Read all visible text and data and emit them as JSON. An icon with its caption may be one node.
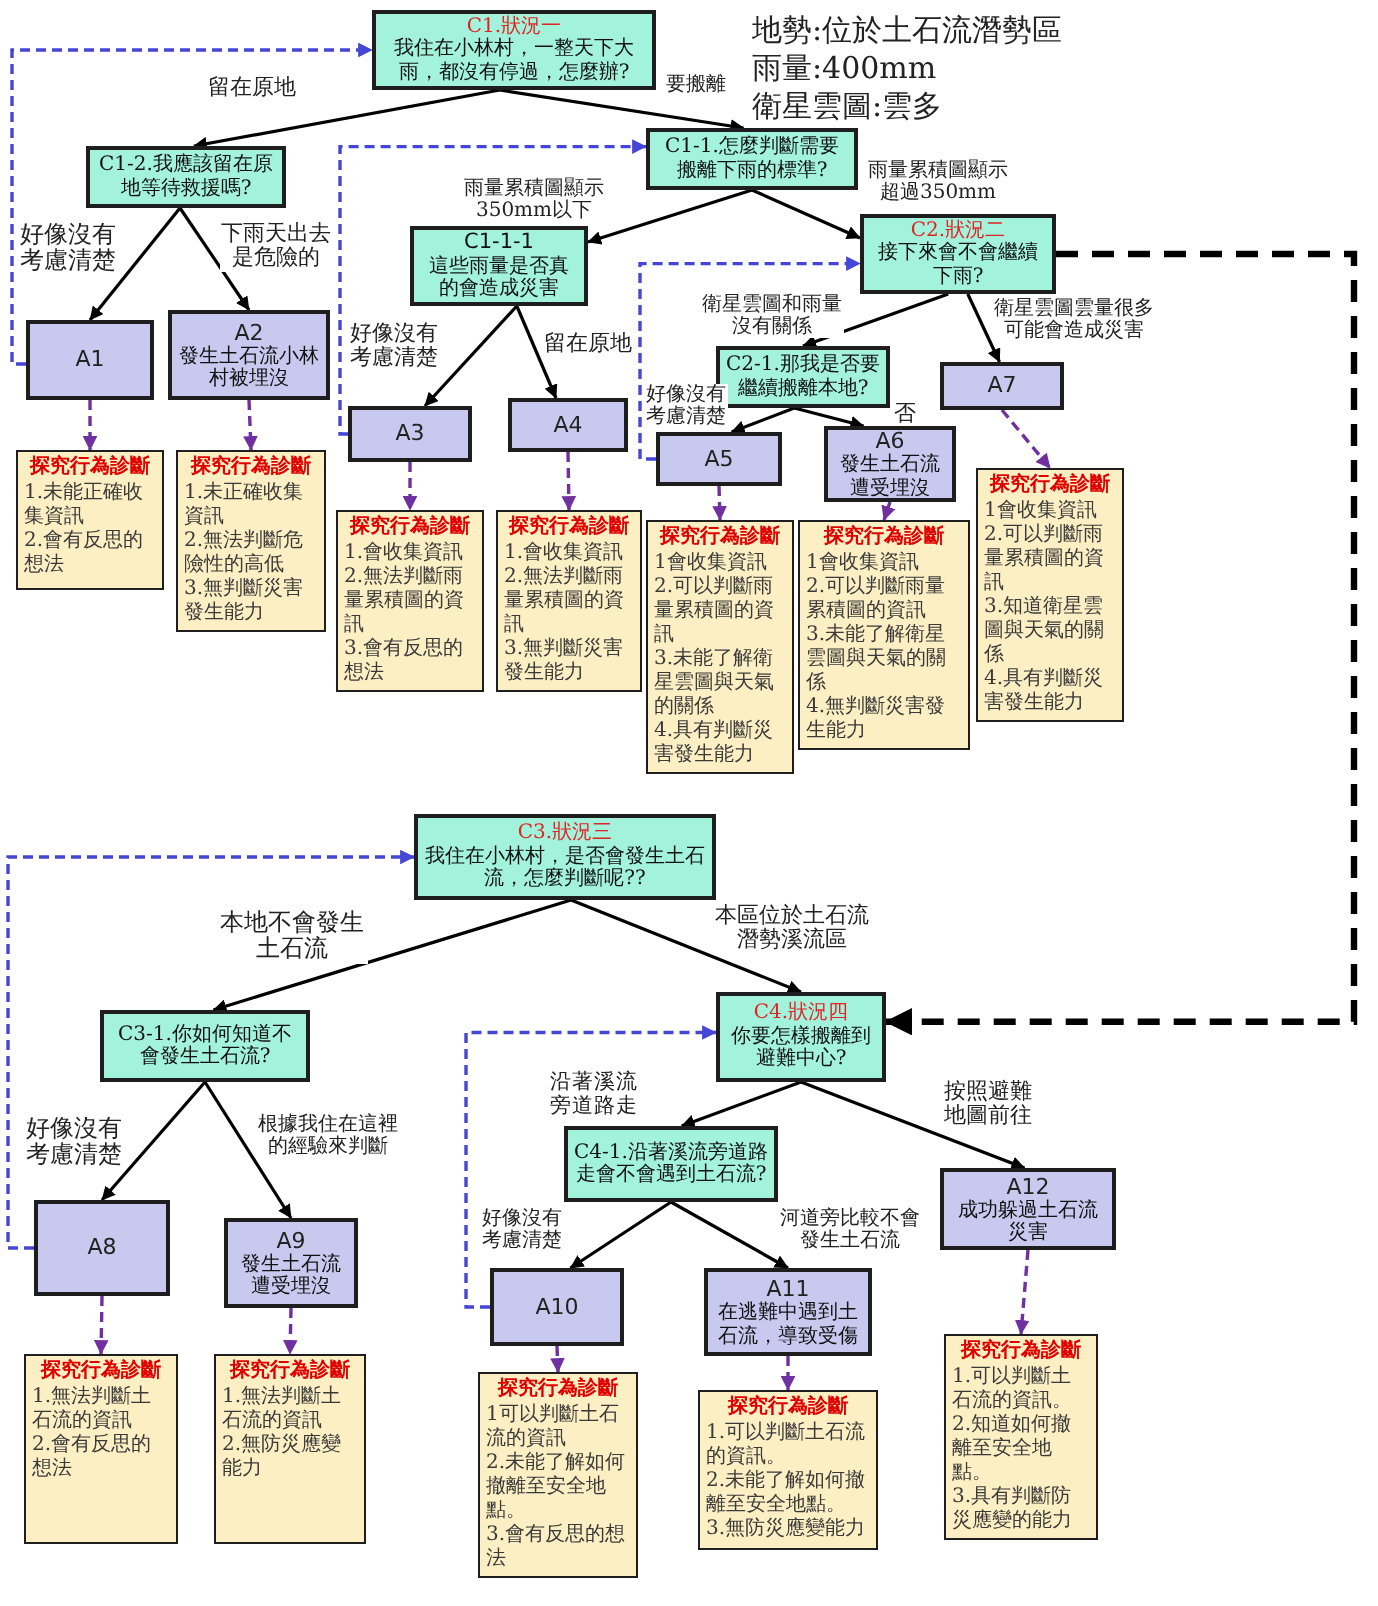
{
  "diagram": {
    "nodes": [
      {
        "text": [
          "C1.狀況一",
          "我住在小林村，一整天下大雨，都沒有停過，怎麼辦?"
        ]
      },
      {
        "text": [
          "C1-2.我應該留在原地等待救援嗎?"
        ]
      },
      {
        "text": [
          "C1-1.怎麼判斷需要搬離下雨的標準?"
        ]
      },
      {
        "text": [
          "C1-1-1",
          "這些雨量是否真的會造成災害"
        ]
      },
      {
        "text": [
          "C2.狀況二",
          "接下來會不會繼續下雨?"
        ]
      },
      {
        "text": [
          "A1"
        ]
      },
      {
        "text": [
          "A2",
          "發生土石流小林村被埋沒"
        ]
      },
      {
        "text": [
          "C2-1.那我是否要繼續搬離本地?"
        ]
      },
      {
        "text": [
          "A7"
        ]
      },
      {
        "text": [
          "A3"
        ]
      },
      {
        "text": [
          "A4"
        ]
      },
      {
        "text": [
          "A5"
        ]
      },
      {
        "text": [
          "A6",
          "發生土石流遭受埋沒"
        ]
      },
      {
        "text": [
          "探究行為診斷",
          "1.未能正確收集資訊",
          "2.會有反思的想法"
        ]
      },
      {
        "text": [
          "探究行為診斷",
          "1.未正確收集資訊",
          "2.無法判斷危險性的高低",
          "3.無判斷災害發生能力"
        ]
      },
      {
        "text": [
          "探究行為診斷",
          "1.會收集資訊",
          "2.無法判斷雨量累積圖的資訊",
          "3.會有反思的想法"
        ]
      },
      {
        "text": [
          "探究行為診斷",
          "1.會收集資訊",
          "2.無法判斷雨量累積圖的資訊",
          "3.無判斷災害發生能力"
        ]
      },
      {
        "text": [
          "探究行為診斷",
          "1會收集資訊",
          "2.可以判斷雨量累積圖的資訊",
          "3.未能了解衛星雲圖與天氣的關係",
          "4.具有判斷災害發生能力"
        ]
      },
      {
        "text": [
          "探究行為診斷",
          "1會收集資訊",
          "2.可以判斷雨量累積圖的資訊",
          "3.未能了解衛星雲圖與天氣的關係",
          "4.無判斷災害發生能力"
        ]
      },
      {
        "text": [
          "探究行為診斷",
          "1會收集資訊",
          "2.可以判斷雨量累積圖的資訊",
          "3.知道衛星雲圖與天氣的關係",
          "4.具有判斷災害發生能力"
        ]
      },
      {
        "text": [
          "C3.狀況三",
          "我住在小林村，是否會發生土石流，怎麼判斷呢??"
        ]
      },
      {
        "text": [
          "C3-1.你如何知道不會發生土石流?"
        ]
      },
      {
        "text": [
          "C4.狀況四",
          "你要怎樣搬離到避難中心?"
        ]
      },
      {
        "text": [
          "C4-1.沿著溪流旁道路走會不會遇到土石流?"
        ]
      },
      {
        "text": [
          "A8"
        ]
      },
      {
        "text": [
          "A9",
          "發生土石流遭受埋沒"
        ]
      },
      {
        "text": [
          "A10"
        ]
      },
      {
        "text": [
          "A11",
          "在逃難中遇到土石流，導致受傷"
        ]
      },
      {
        "text": [
          "A12",
          "成功躲過土石流災害"
        ]
      },
      {
        "text": [
          "探究行為診斷",
          "1.無法判斷土石流的資訊",
          "2.會有反思的想法"
        ]
      },
      {
        "text": [
          "探究行為診斷",
          "1.無法判斷土石流的資訊",
          "2.無防災應變能力"
        ]
      },
      {
        "text": [
          "探究行為診斷",
          "1可以判斷土石流的資訊",
          "2.未能了解如何撤離至安全地點。",
          "3.會有反思的想法"
        ]
      },
      {
        "text": [
          "探究行為診斷",
          "1.可以判斷土石流的資訊。",
          "2.未能了解如何撤離至安全地點。",
          "3.無防災應變能力"
        ]
      },
      {
        "text": [
          "探究行為診斷",
          "1.可以判斷土石流的資訊。",
          "2.知道如何撤離至安全地點。",
          "3.具有判斷防災應變的能力"
        ]
      }
    ],
    "edges": [
      {
        "from": 0,
        "to": 1,
        "arrow": "to",
        "label": "留在原地"
      },
      {
        "from": 0,
        "to": 2,
        "arrow": "to",
        "label": "要搬離"
      },
      {
        "from": 1,
        "to": 5,
        "arrow": "to",
        "label": "好像沒有考慮清楚"
      },
      {
        "from": 1,
        "to": 6,
        "arrow": "to",
        "label": "下雨天出去是危險的"
      },
      {
        "from": 2,
        "to": 3,
        "arrow": "to",
        "label": "雨量累積圖顯示350mm以下"
      },
      {
        "from": 2,
        "to": 4,
        "arrow": "to",
        "label": "雨量累積圖顯示超過350mm"
      },
      {
        "from": 3,
        "to": 9,
        "arrow": "to",
        "label": "好像沒有考慮清楚"
      },
      {
        "from": 3,
        "to": 10,
        "arrow": "to",
        "label": "留在原地"
      },
      {
        "from": 4,
        "to": 7,
        "arrow": "to",
        "label": "衛星雲圖和雨量沒有關係"
      },
      {
        "from": 4,
        "to": 8,
        "arrow": "to",
        "label": "衛星雲圖雲量很多可能會造成災害"
      },
      {
        "from": 7,
        "to": 11,
        "arrow": "to",
        "label": "好像沒有考慮清楚"
      },
      {
        "from": 7,
        "to": 12,
        "arrow": "to",
        "label": "否"
      },
      {
        "from": 5,
        "to": 13,
        "arrow": "to",
        "style": "dashed",
        "color": "#7030a0"
      },
      {
        "from": 6,
        "to": 14,
        "arrow": "to",
        "style": "dashed",
        "color": "#7030a0"
      },
      {
        "from": 9,
        "to": 15,
        "arrow": "to",
        "style": "dashed",
        "color": "#7030a0"
      },
      {
        "from": 10,
        "to": 16,
        "arrow": "to",
        "style": "dashed",
        "color": "#7030a0"
      },
      {
        "from": 11,
        "to": 17,
        "arrow": "to",
        "style": "dashed",
        "color": "#7030a0"
      },
      {
        "from": 12,
        "to": 18,
        "arrow": "to",
        "style": "dashed",
        "color": "#7030a0"
      },
      {
        "from": 8,
        "to": 19,
        "arrow": "to",
        "style": "dashed",
        "color": "#7030a0"
      },
      {
        "from": 5,
        "to": 0,
        "arrow": "to",
        "style": "dashed",
        "color": "#4545d6"
      },
      {
        "from": 9,
        "to": 2,
        "arrow": "to",
        "style": "dashed",
        "color": "#4545d6"
      },
      {
        "from": 11,
        "to": 4,
        "arrow": "to",
        "style": "dashed",
        "color": "#4545d6"
      },
      {
        "from": 4,
        "to": 22,
        "arrow": "to",
        "style": "dashed"
      },
      {
        "from": 20,
        "to": 21,
        "arrow": "to",
        "label": "本地不會發生土石流"
      },
      {
        "from": 20,
        "to": 22,
        "arrow": "to",
        "label": "本區位於土石流潛勢溪流區"
      },
      {
        "from": 21,
        "to": 24,
        "arrow": "to",
        "label": "好像沒有考慮清楚"
      },
      {
        "from": 21,
        "to": 25,
        "arrow": "to",
        "label": "根據我住在這裡的經驗來判斷"
      },
      {
        "from": 22,
        "to": 23,
        "arrow": "to",
        "label": "沿著溪流旁道路走"
      },
      {
        "from": 22,
        "to": 28,
        "arrow": "to",
        "label": "按照避難地圖前往"
      },
      {
        "from": 23,
        "to": 26,
        "arrow": "to",
        "label": "好像沒有考慮清楚"
      },
      {
        "from": 23,
        "to": 27,
        "arrow": "to",
        "label": "河道旁比較不會發生土石流"
      },
      {
        "from": 24,
        "to": 29,
        "arrow": "to",
        "style": "dashed",
        "color": "#7030a0"
      },
      {
        "from": 25,
        "to": 30,
        "arrow": "to",
        "style": "dashed",
        "color": "#7030a0"
      },
      {
        "from": 26,
        "to": 31,
        "arrow": "to",
        "style": "dashed",
        "color": "#7030a0"
      },
      {
        "from": 27,
        "to": 32,
        "arrow": "to",
        "style": "dashed",
        "color": "#7030a0"
      },
      {
        "from": 28,
        "to": 33,
        "arrow": "to",
        "style": "dashed",
        "color": "#7030a0"
      },
      {
        "from": 24,
        "to": 20,
        "arrow": "to",
        "style": "dashed",
        "color": "#4545d6"
      },
      {
        "from": 26,
        "to": 22,
        "arrow": "to",
        "style": "dashed",
        "color": "#4545d6"
      }
    ],
    "labels": [
      "地勢:位於土石流潛勢區",
      "雨量:400mm",
      "衛星雲圖:雲多"
    ]
  }
}
